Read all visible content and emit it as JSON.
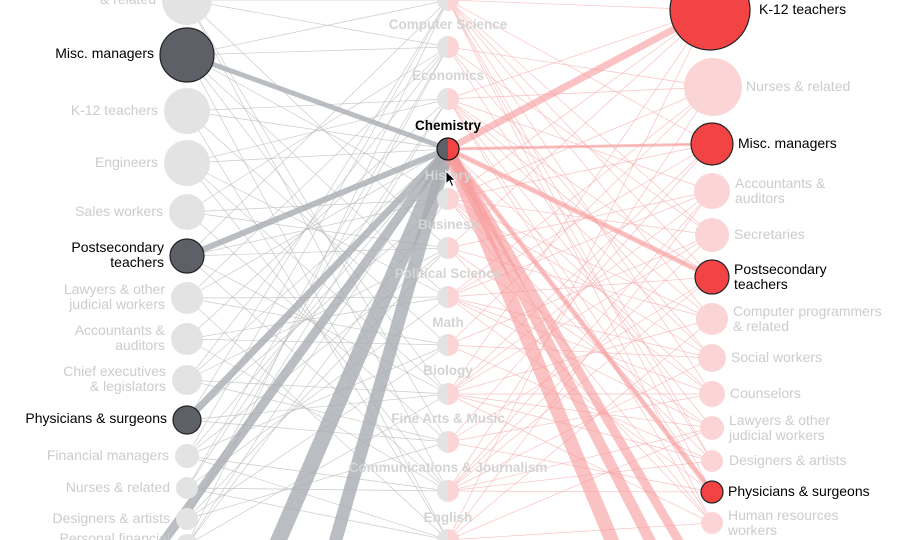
{
  "colors": {
    "left_highlight": "#5e6068",
    "right_highlight": "#f24444",
    "inactive_node": "#e3e3e3",
    "inactive_node_right": "#fbd5d5",
    "inactive_text": "#cccccc",
    "active_text": "#000000",
    "left_link": "#a9acb1",
    "right_link": "#f79a9a"
  },
  "center_nodes": [
    {
      "label": "",
      "active": false
    },
    {
      "label": "Computer Science",
      "active": false
    },
    {
      "label": "Economics",
      "active": false
    },
    {
      "label": "Chemistry",
      "active": true
    },
    {
      "label": "History",
      "active": false
    },
    {
      "label": "Business",
      "active": false
    },
    {
      "label": "Political Science",
      "active": false
    },
    {
      "label": "Math",
      "active": false
    },
    {
      "label": "Biology",
      "active": false
    },
    {
      "label": "Fine Arts & Music",
      "active": false
    },
    {
      "label": "Communications & Journalism",
      "active": false
    },
    {
      "label": "English",
      "active": false
    }
  ],
  "left_nodes": [
    {
      "label": "& related",
      "active": false
    },
    {
      "label": "Misc. managers",
      "active": true
    },
    {
      "label": "K-12 teachers",
      "active": false
    },
    {
      "label": "Engineers",
      "active": false
    },
    {
      "label": "Sales workers",
      "active": false
    },
    {
      "label": "Postsecondary\nteachers",
      "active": true
    },
    {
      "label": "Lawyers & other\njudicial workers",
      "active": false
    },
    {
      "label": "Accountants &\nauditors",
      "active": false
    },
    {
      "label": "Chief executives\n& legislators",
      "active": false
    },
    {
      "label": "Physicians & surgeons",
      "active": true
    },
    {
      "label": "Financial managers",
      "active": false
    },
    {
      "label": "Nurses & related",
      "active": false
    },
    {
      "label": "Designers & artists",
      "active": false
    },
    {
      "label": "Personal financial",
      "active": false
    }
  ],
  "right_nodes": [
    {
      "label": "K-12 teachers",
      "active": true
    },
    {
      "label": "Nurses & related",
      "active": false
    },
    {
      "label": "Misc. managers",
      "active": true
    },
    {
      "label": "Accountants &\nauditors",
      "active": false
    },
    {
      "label": "Secretaries",
      "active": false
    },
    {
      "label": "Postsecondary\nteachers",
      "active": true
    },
    {
      "label": "Computer programmers\n& related",
      "active": false
    },
    {
      "label": "Social workers",
      "active": false
    },
    {
      "label": "Counselors",
      "active": false
    },
    {
      "label": "Lawyers & other\njudicial workers",
      "active": false
    },
    {
      "label": "Designers & artists",
      "active": false
    },
    {
      "label": "Physicians & surgeons",
      "active": true
    },
    {
      "label": "Human resources\nworkers",
      "active": false
    }
  ],
  "cursor_icon": "pointer-arrow-icon"
}
